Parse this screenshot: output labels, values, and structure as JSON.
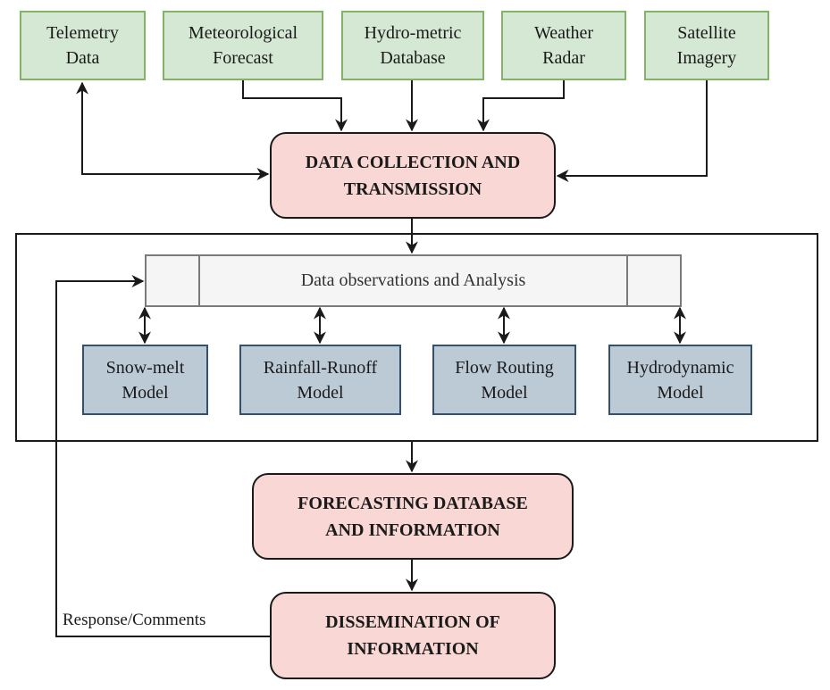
{
  "diagram": {
    "sources": [
      {
        "id": "telemetry",
        "lines": [
          "Telemetry",
          "Data"
        ]
      },
      {
        "id": "meteorological",
        "lines": [
          "Meteorological",
          "Forecast"
        ]
      },
      {
        "id": "hydrometric",
        "lines": [
          "Hydro-metric",
          "Database"
        ]
      },
      {
        "id": "weather-radar",
        "lines": [
          "Weather",
          "Radar"
        ]
      },
      {
        "id": "satellite",
        "lines": [
          "Satellite",
          "Imagery"
        ]
      }
    ],
    "collection": {
      "lines": [
        "DATA COLLECTION AND",
        "TRANSMISSION"
      ]
    },
    "analysis": {
      "label": "Data observations and Analysis"
    },
    "models": [
      {
        "id": "snow-melt",
        "lines": [
          "Snow-melt",
          "Model"
        ]
      },
      {
        "id": "rainfall-runoff",
        "lines": [
          "Rainfall-Runoff",
          "Model"
        ]
      },
      {
        "id": "flow-routing",
        "lines": [
          "Flow Routing",
          "Model"
        ]
      },
      {
        "id": "hydrodynamic",
        "lines": [
          "Hydrodynamic",
          "Model"
        ]
      }
    ],
    "forecasting": {
      "lines": [
        "FORECASTING DATABASE",
        "AND INFORMATION"
      ]
    },
    "dissemination": {
      "lines": [
        "DISSEMINATION OF",
        "INFORMATION"
      ]
    },
    "feedback_label": "Response/Comments"
  },
  "colors": {
    "source_fill": "#d5e8d4",
    "source_border": "#82b366",
    "process_fill": "#f8d7d4",
    "model_fill": "#bccad6",
    "model_border": "#35506b",
    "bar_fill": "#f5f5f5",
    "line": "#1a1a1a"
  }
}
